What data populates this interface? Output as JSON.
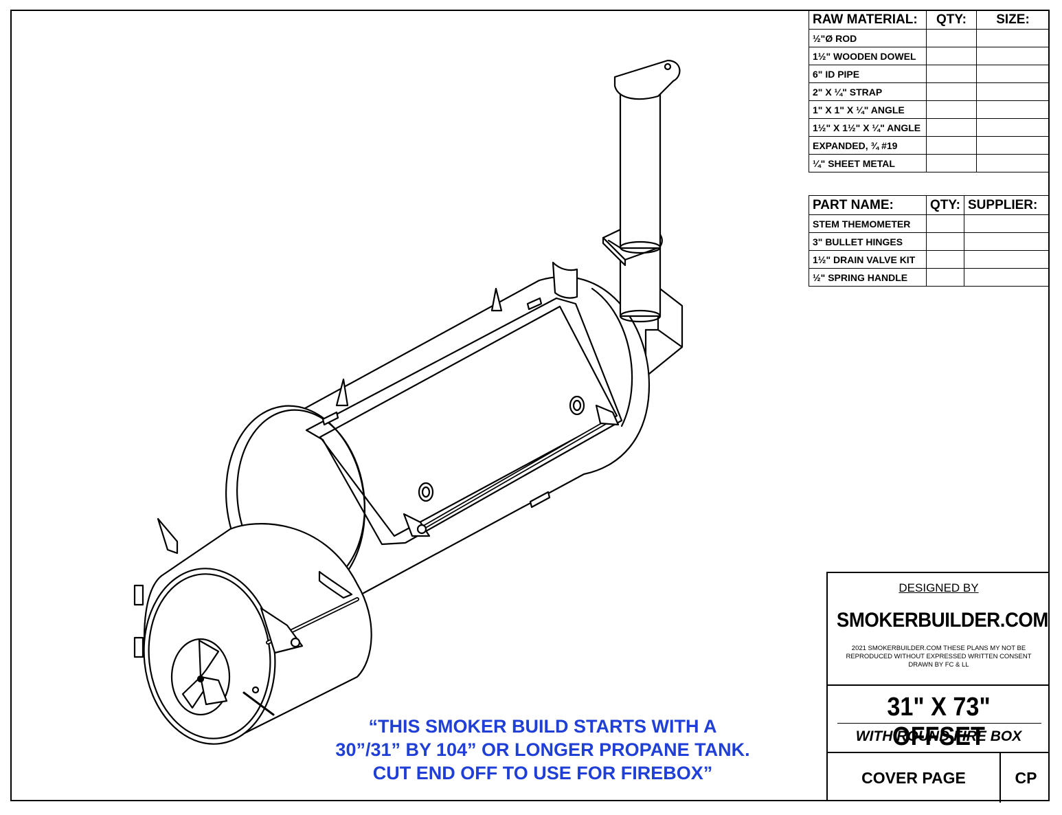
{
  "raw_material_table": {
    "headers": {
      "name": "RAW MATERIAL:",
      "qty": "QTY:",
      "size": "SIZE:"
    },
    "rows": [
      {
        "name": "½\"Ø  ROD",
        "qty": "",
        "size": ""
      },
      {
        "name": "1½\" WOODEN DOWEL",
        "qty": "",
        "size": ""
      },
      {
        "name": "6\" ID PIPE",
        "qty": "",
        "size": ""
      },
      {
        "name": "2\" X ¼\" STRAP",
        "qty": "",
        "size": ""
      },
      {
        "name": "1\" X 1\" X ¼\" ANGLE",
        "qty": "",
        "size": ""
      },
      {
        "name": "1½\" X 1½\" X ¼\" ANGLE",
        "qty": "",
        "size": ""
      },
      {
        "name": "EXPANDED, ¾ #19",
        "qty": "",
        "size": ""
      },
      {
        "name": "¼\" SHEET METAL",
        "qty": "",
        "size": ""
      }
    ]
  },
  "parts_table": {
    "headers": {
      "name": "PART NAME:",
      "qty": "QTY:",
      "supplier": "SUPPLIER:"
    },
    "rows": [
      {
        "name": "STEM THEMOMETER",
        "qty": "",
        "supplier": ""
      },
      {
        "name": "3\" BULLET HINGES",
        "qty": "",
        "supplier": ""
      },
      {
        "name": "1½\" DRAIN VALVE KIT",
        "qty": "",
        "supplier": ""
      },
      {
        "name": "½\" SPRING HANDLE",
        "qty": "",
        "supplier": ""
      }
    ]
  },
  "title_block": {
    "designed_by": "DESIGNED BY",
    "brand": "SMOKERBUILDER.COM",
    "copyright_line1": "2021 SMOKERBUILDER.COM THESE PLANS MY NOT BE",
    "copyright_line2": "REPRODUCED WITHOUT EXPRESSED WRITTEN CONSENT",
    "copyright_line3": "DRAWN BY FC & LL",
    "title": "31\" X 73\" OFFSET",
    "subtitle": "WITH ROUND FIRE BOX",
    "page_name": "COVER PAGE",
    "page_code": "CP"
  },
  "note": {
    "line1": "“THIS SMOKER BUILD STARTS WITH A",
    "line2": "30”/31” BY 104” OR LONGER PROPANE TANK.",
    "line3": "CUT END OFF TO USE FOR FIREBOX”",
    "color": "#1f3fd6"
  }
}
